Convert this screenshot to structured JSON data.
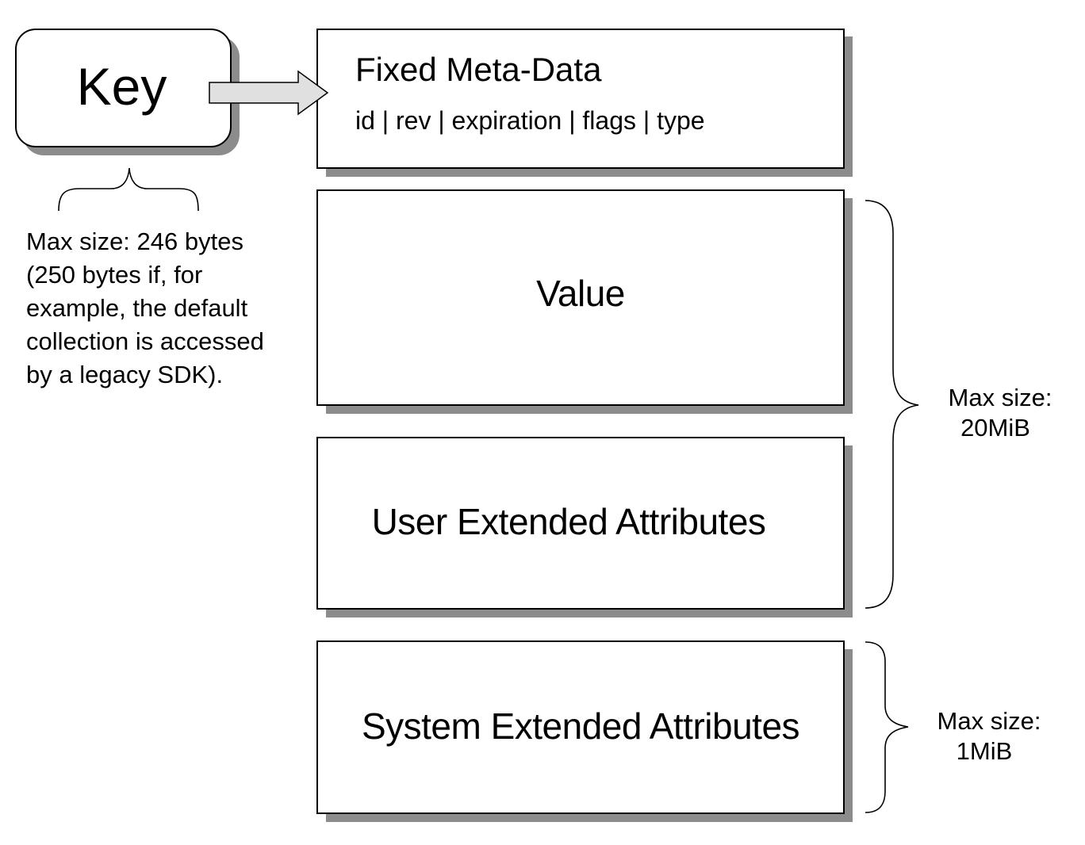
{
  "key": {
    "label": "Key"
  },
  "key_note": {
    "lines": [
      "Max size: 246 bytes",
      "(250 bytes if, for",
      "example, the default",
      "collection is accessed",
      "by a legacy SDK)."
    ]
  },
  "meta": {
    "title": "Fixed Meta-Data",
    "fields": "id | rev | expiration | flags | type"
  },
  "value": {
    "label": "Value"
  },
  "user_xattrs": {
    "label": "User Extended Attributes"
  },
  "system_xattrs": {
    "label": "System Extended Attributes"
  },
  "value_limit": {
    "line1": "Max size:",
    "line2": "20MiB"
  },
  "system_limit": {
    "line1": "Max size:",
    "line2": "1MiB"
  }
}
